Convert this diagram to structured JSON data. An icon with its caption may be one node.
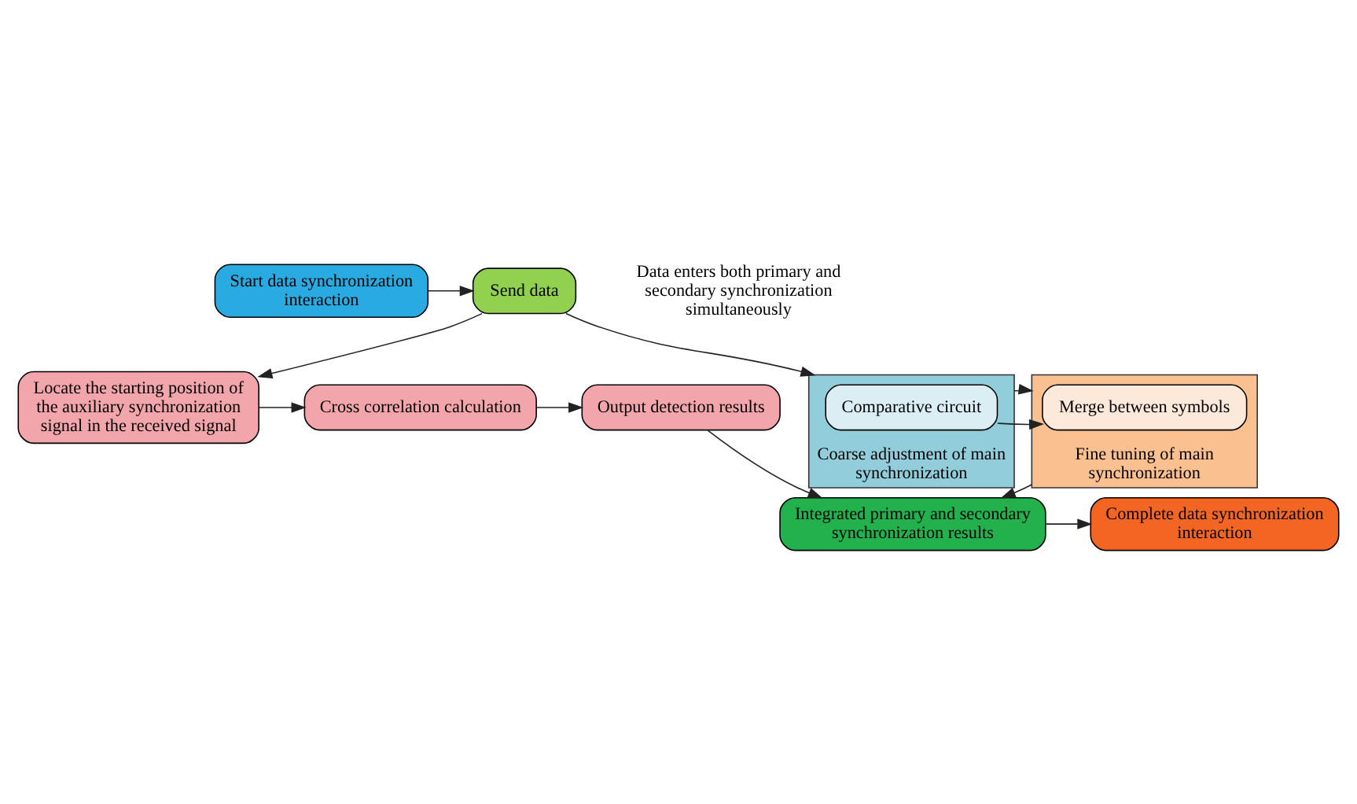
{
  "diagram": {
    "nodes": [
      {
        "text": [
          "Send data"
        ]
      },
      {
        "text": [
          "Start data synchronization interaction"
        ]
      },
      {
        "text": [
          "Locate the starting position of the auxiliary synchronization signal in the received signal"
        ]
      },
      {
        "text": [
          "Cross correlation calculation"
        ]
      },
      {
        "text": [
          "Output detection results"
        ]
      },
      {
        "text": [
          "Coarse adjustment of main synchronization"
        ]
      },
      {
        "text": [
          "Comparative circuit"
        ],
        "in": 5
      },
      {
        "text": [
          "Fine tuning of main synchronization"
        ]
      },
      {
        "text": [
          "Merge between symbols"
        ],
        "in": 7
      },
      {
        "text": [
          "Integrated primary and secondary synchronization results"
        ]
      },
      {
        "text": [
          "Complete data synchronization interaction"
        ]
      }
    ],
    "edges": [
      {
        "from": 1,
        "to": 0,
        "arrow": "to"
      },
      {
        "from": 0,
        "to": 2,
        "arrow": "to"
      },
      {
        "from": 0,
        "to": 5,
        "arrow": "to"
      },
      {
        "from": 2,
        "to": 3,
        "arrow": "to"
      },
      {
        "from": 3,
        "to": 4,
        "arrow": "to"
      },
      {
        "from": 6,
        "to": 8,
        "arrow": "to"
      },
      {
        "from": 5,
        "to": 7,
        "arrow": "to"
      },
      {
        "from": 4,
        "to": 9,
        "arrow": "to"
      },
      {
        "from": 7,
        "to": 9,
        "arrow": "to"
      },
      {
        "from": 9,
        "to": 10,
        "arrow": "to"
      }
    ],
    "labels": [
      "Data enters both primary and secondary synchronization simultaneously"
    ]
  }
}
